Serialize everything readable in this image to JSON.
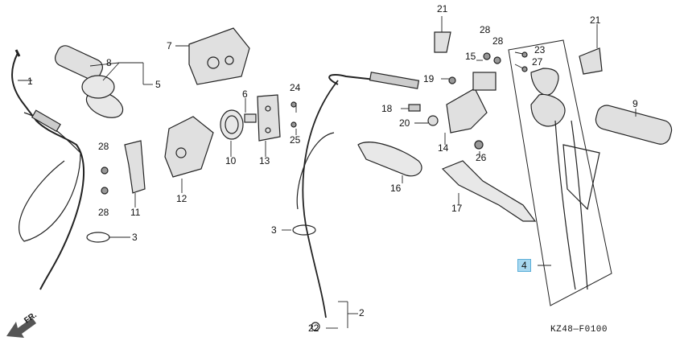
{
  "diagram_code": "KZ48—F0100",
  "direction_marker": "FR.",
  "callouts": {
    "c1": "1",
    "c2": "2",
    "c3a": "3",
    "c3b": "3",
    "c4": "4",
    "c5": "5",
    "c6": "6",
    "c7": "7",
    "c8": "8",
    "c9": "9",
    "c10": "10",
    "c11": "11",
    "c12": "12",
    "c13": "13",
    "c14": "14",
    "c15": "15",
    "c16": "16",
    "c17": "17",
    "c18": "18",
    "c19": "19",
    "c20": "20",
    "c21a": "21",
    "c21b": "21",
    "c22": "22",
    "c23": "23",
    "c24": "24",
    "c25": "25",
    "c26": "26",
    "c27": "27",
    "c28a": "28",
    "c28b": "28",
    "c28c": "28",
    "c28d": "28"
  },
  "highlighted_callout": "4",
  "colors": {
    "line": "#222222",
    "part_fill": "#e8e8e8",
    "dark_fill": "#bdbdbd",
    "highlight": "#a8d8f0"
  }
}
